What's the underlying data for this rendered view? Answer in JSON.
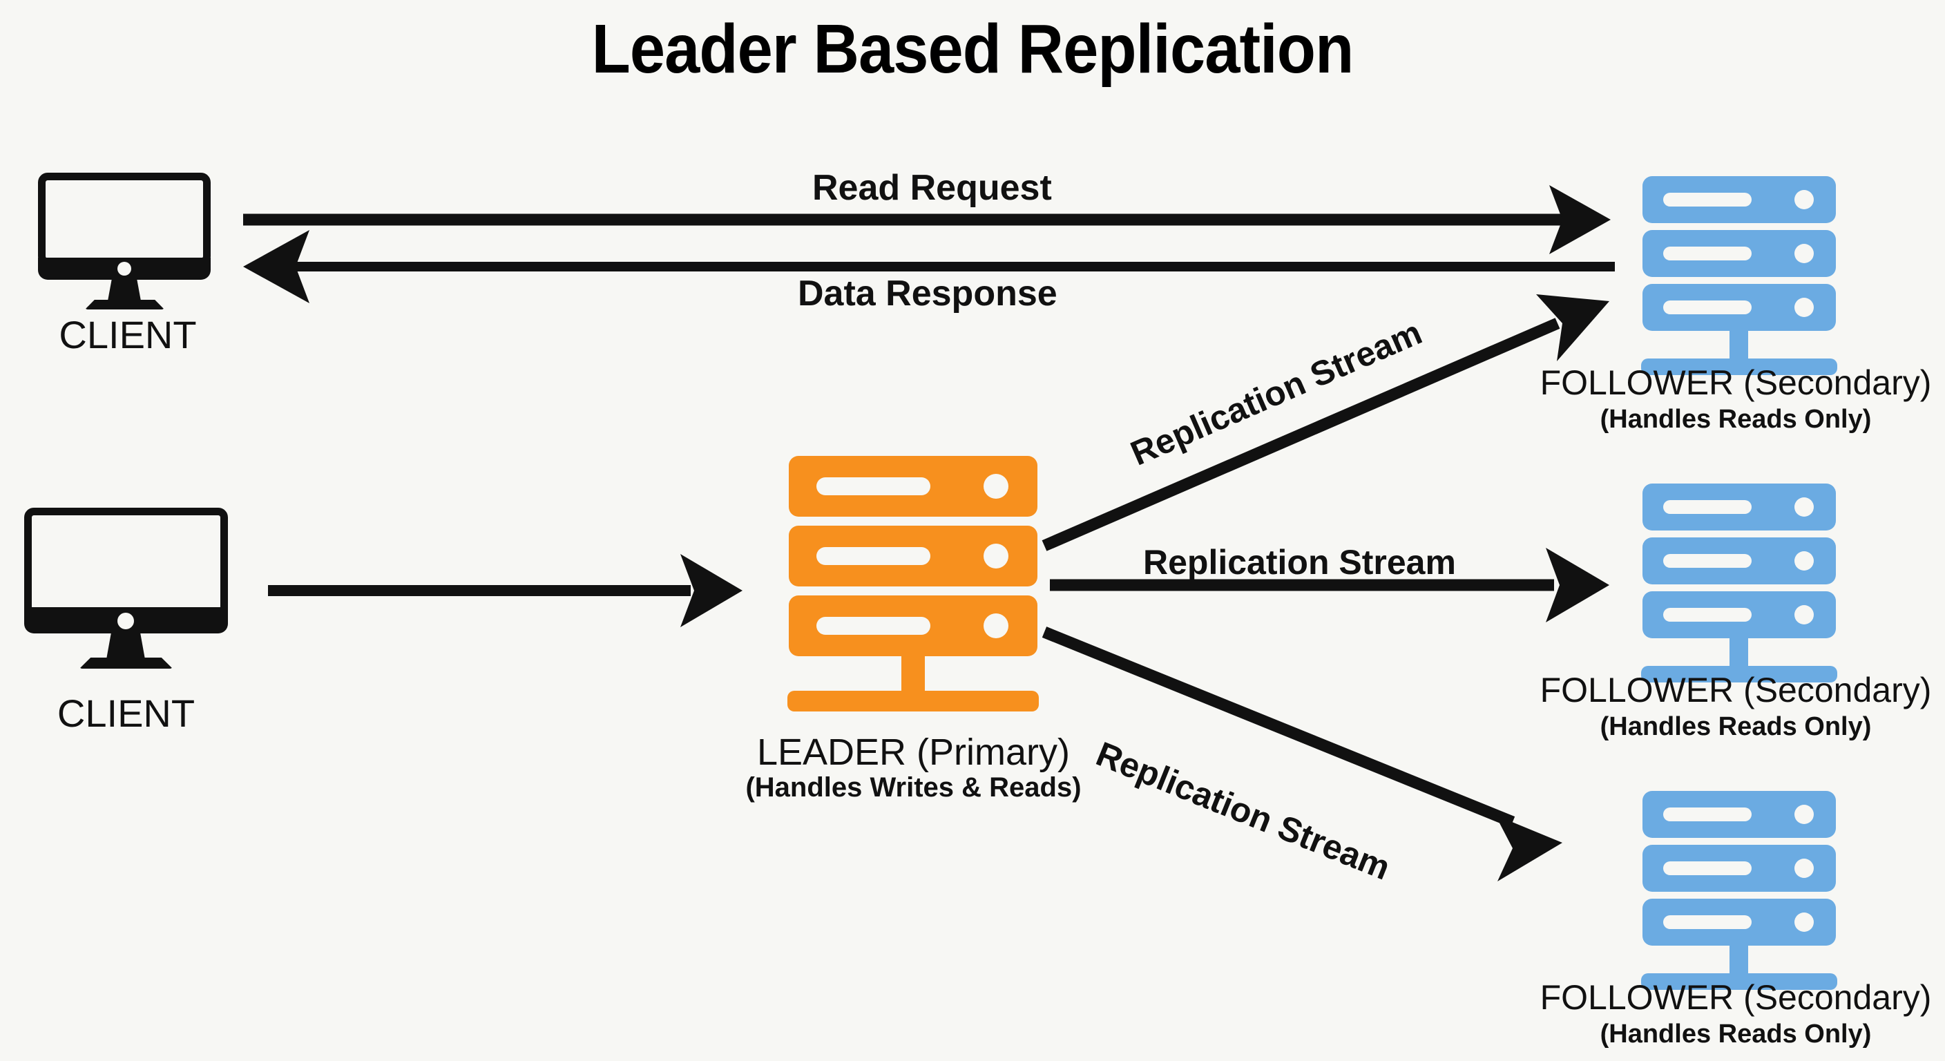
{
  "page": {
    "title": "Leader Based Replication",
    "background_color": "#f7f7f4",
    "ink_color": "#111111",
    "leader_color": "#f7901e",
    "follower_color": "#6babe2"
  },
  "nodes": {
    "client_top": {
      "icon": "monitor-icon",
      "label": "CLIENT"
    },
    "client_bottom": {
      "icon": "monitor-icon",
      "label": "CLIENT"
    },
    "leader": {
      "icon": "server-rack-icon",
      "label": "LEADER (Primary)",
      "sublabel": "(Handles Writes & Reads)",
      "color": "#f7901e"
    },
    "follower_1": {
      "icon": "server-rack-icon",
      "label": "FOLLOWER (Secondary)",
      "sublabel": "(Handles Reads Only)",
      "color": "#6babe2"
    },
    "follower_2": {
      "icon": "server-rack-icon",
      "label": "FOLLOWER (Secondary)",
      "sublabel": "(Handles Reads Only)",
      "color": "#6babe2"
    },
    "follower_3": {
      "icon": "server-rack-icon",
      "label": "FOLLOWER (Secondary)",
      "sublabel": "(Handles Reads Only)",
      "color": "#6babe2"
    }
  },
  "edges": {
    "read_request": {
      "label": "Read Request",
      "direction": "right"
    },
    "data_response": {
      "label": "Data Response",
      "direction": "left"
    },
    "write_request": {
      "label": "",
      "direction": "right"
    },
    "replication_1": {
      "label": "Replication Stream",
      "direction": "up-right"
    },
    "replication_2": {
      "label": "Replication Stream",
      "direction": "right"
    },
    "replication_3": {
      "label": "Replication Stream",
      "direction": "down-right"
    }
  },
  "watermark": {
    "text": ""
  }
}
